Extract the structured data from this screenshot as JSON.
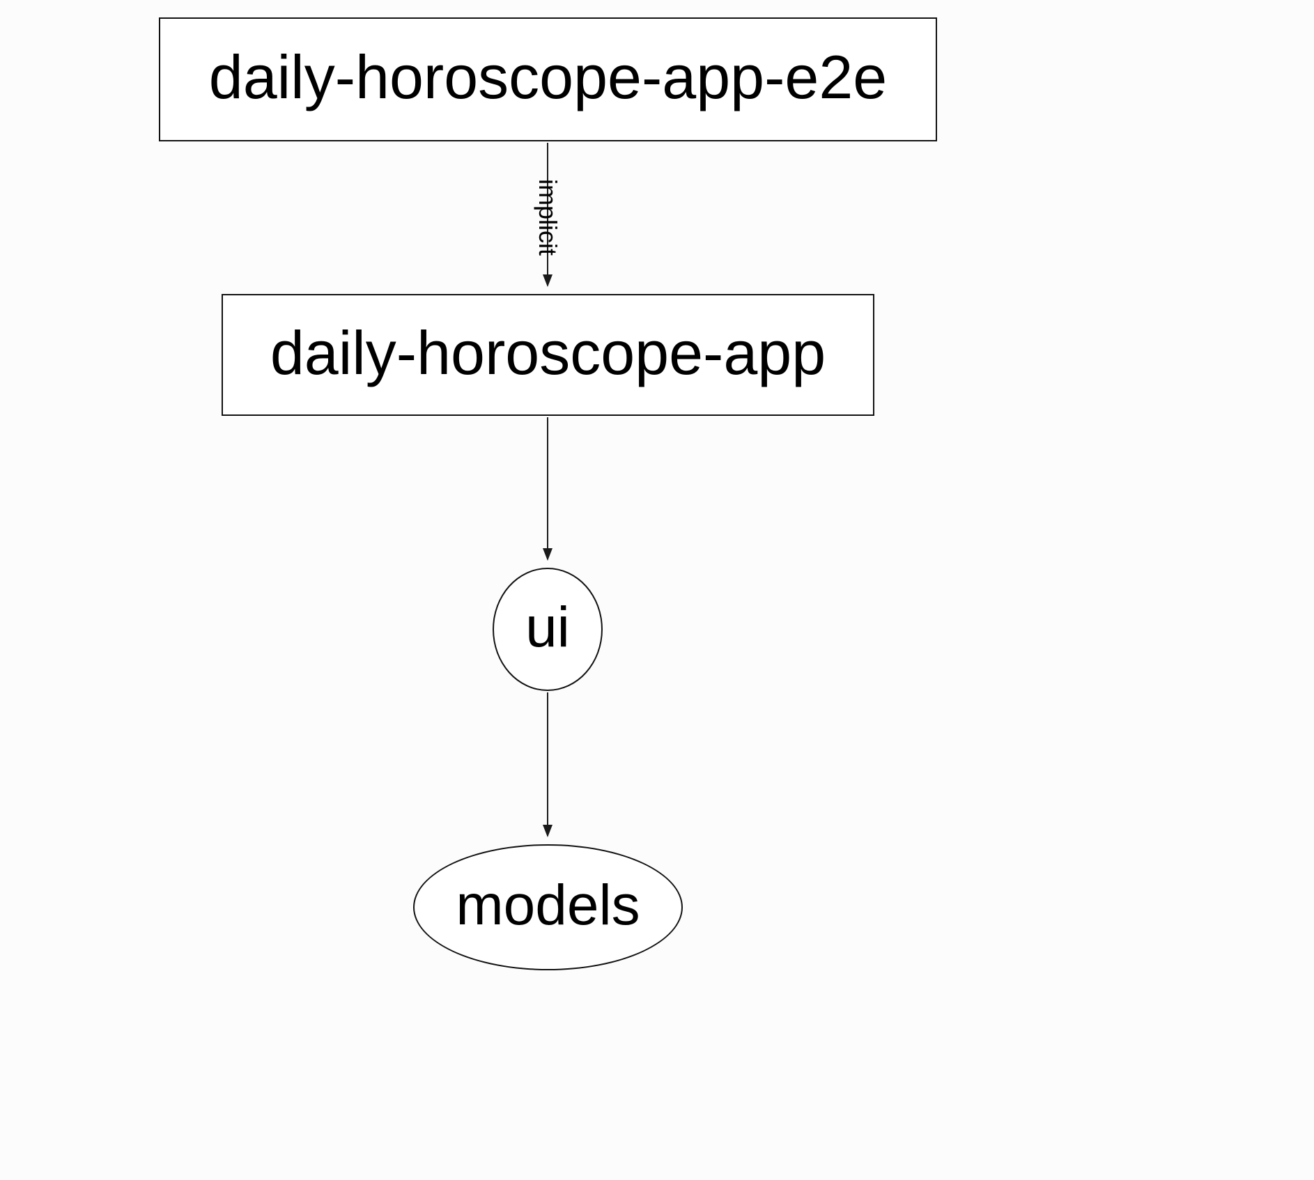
{
  "diagram": {
    "nodes": [
      {
        "id": "daily-horoscope-app-e2e",
        "label": "daily-horoscope-app-e2e",
        "shape": "rectangle"
      },
      {
        "id": "daily-horoscope-app",
        "label": "daily-horoscope-app",
        "shape": "rectangle"
      },
      {
        "id": "ui",
        "label": "ui",
        "shape": "ellipse"
      },
      {
        "id": "models",
        "label": "models",
        "shape": "ellipse"
      }
    ],
    "edges": [
      {
        "source": "daily-horoscope-app-e2e",
        "target": "daily-horoscope-app",
        "label": "implicit",
        "style": "solid"
      },
      {
        "source": "daily-horoscope-app",
        "target": "ui",
        "label": "",
        "style": "solid"
      },
      {
        "source": "ui",
        "target": "models",
        "label": "",
        "style": "solid"
      }
    ]
  },
  "colors": {
    "background": "#fcfcfc",
    "node_fill": "#ffffff",
    "node_stroke": "#111111",
    "edge_color": "#1a1a1a",
    "text_color": "#000000"
  }
}
